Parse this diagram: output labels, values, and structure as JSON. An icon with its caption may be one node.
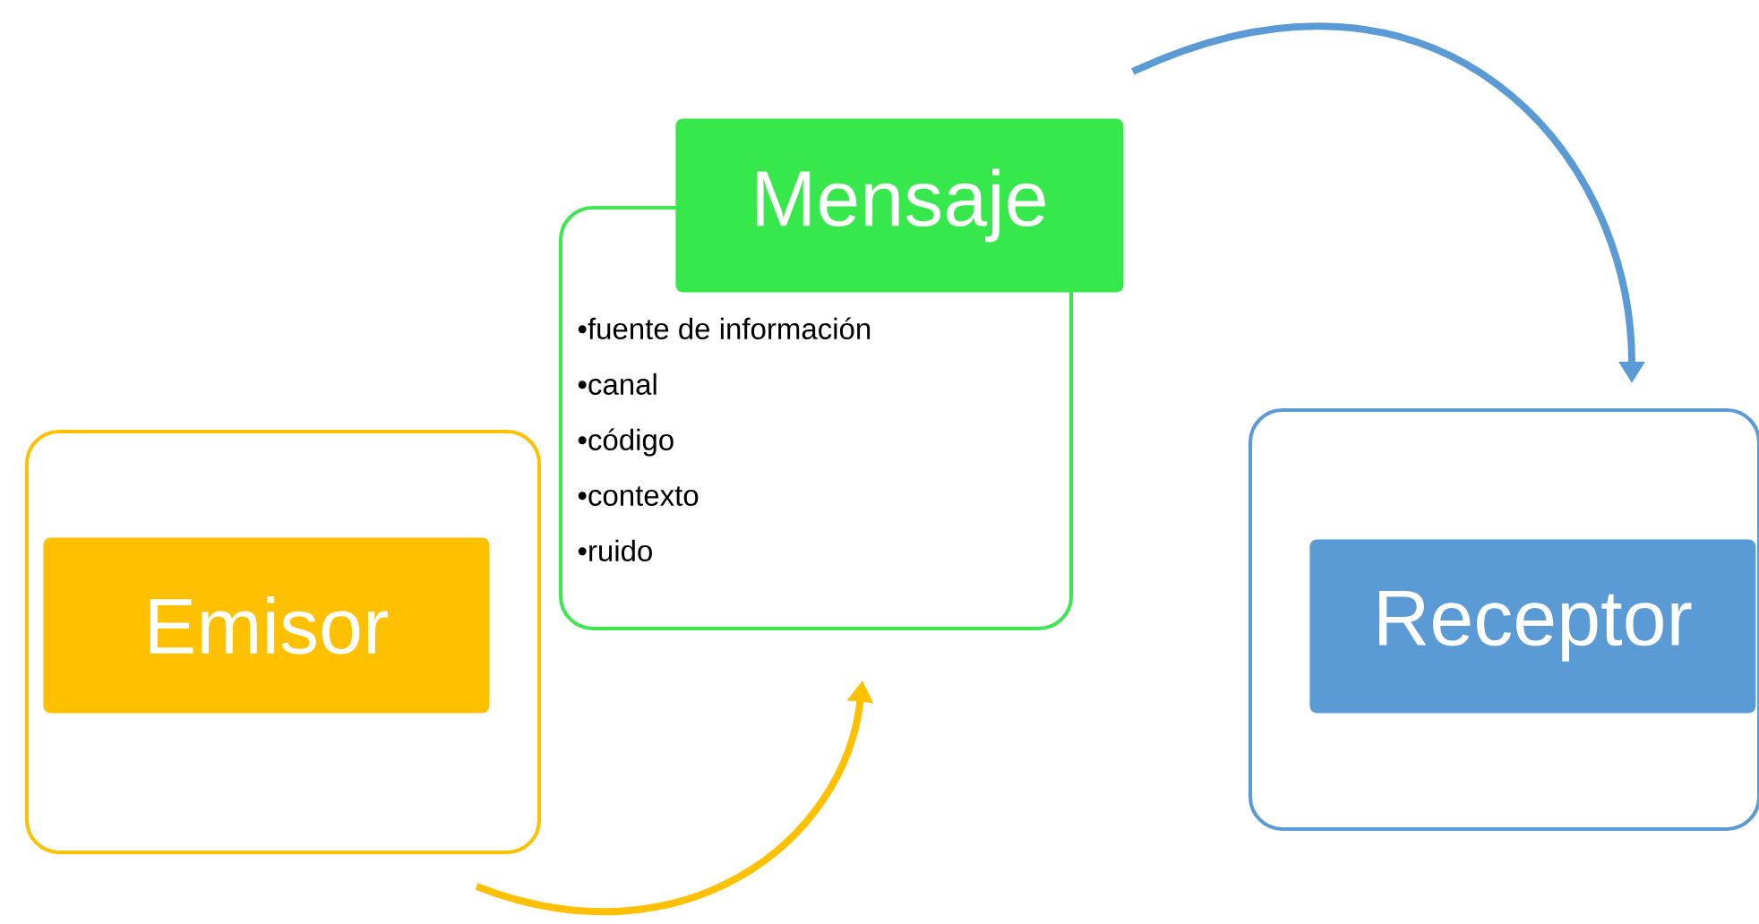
{
  "diagram": {
    "nodes": [
      {
        "text": [],
        "shape": "box"
      },
      {
        "text": [
          "Emisor"
        ],
        "in": 0
      },
      {
        "text": [
          "•fuente de información",
          "•canal",
          "•código",
          "•contexto",
          "•ruido"
        ]
      },
      {
        "text": [
          "Mensaje"
        ]
      },
      {
        "text": [],
        "shape": "box"
      },
      {
        "text": [
          "Receptor"
        ],
        "in": 4
      }
    ],
    "edges": [
      {
        "from": 0,
        "to": 2,
        "arrow": "to",
        "color": "#ffc000"
      },
      {
        "from": 3,
        "to": 4,
        "arrow": "to",
        "color": "#5b9bd5"
      }
    ]
  }
}
